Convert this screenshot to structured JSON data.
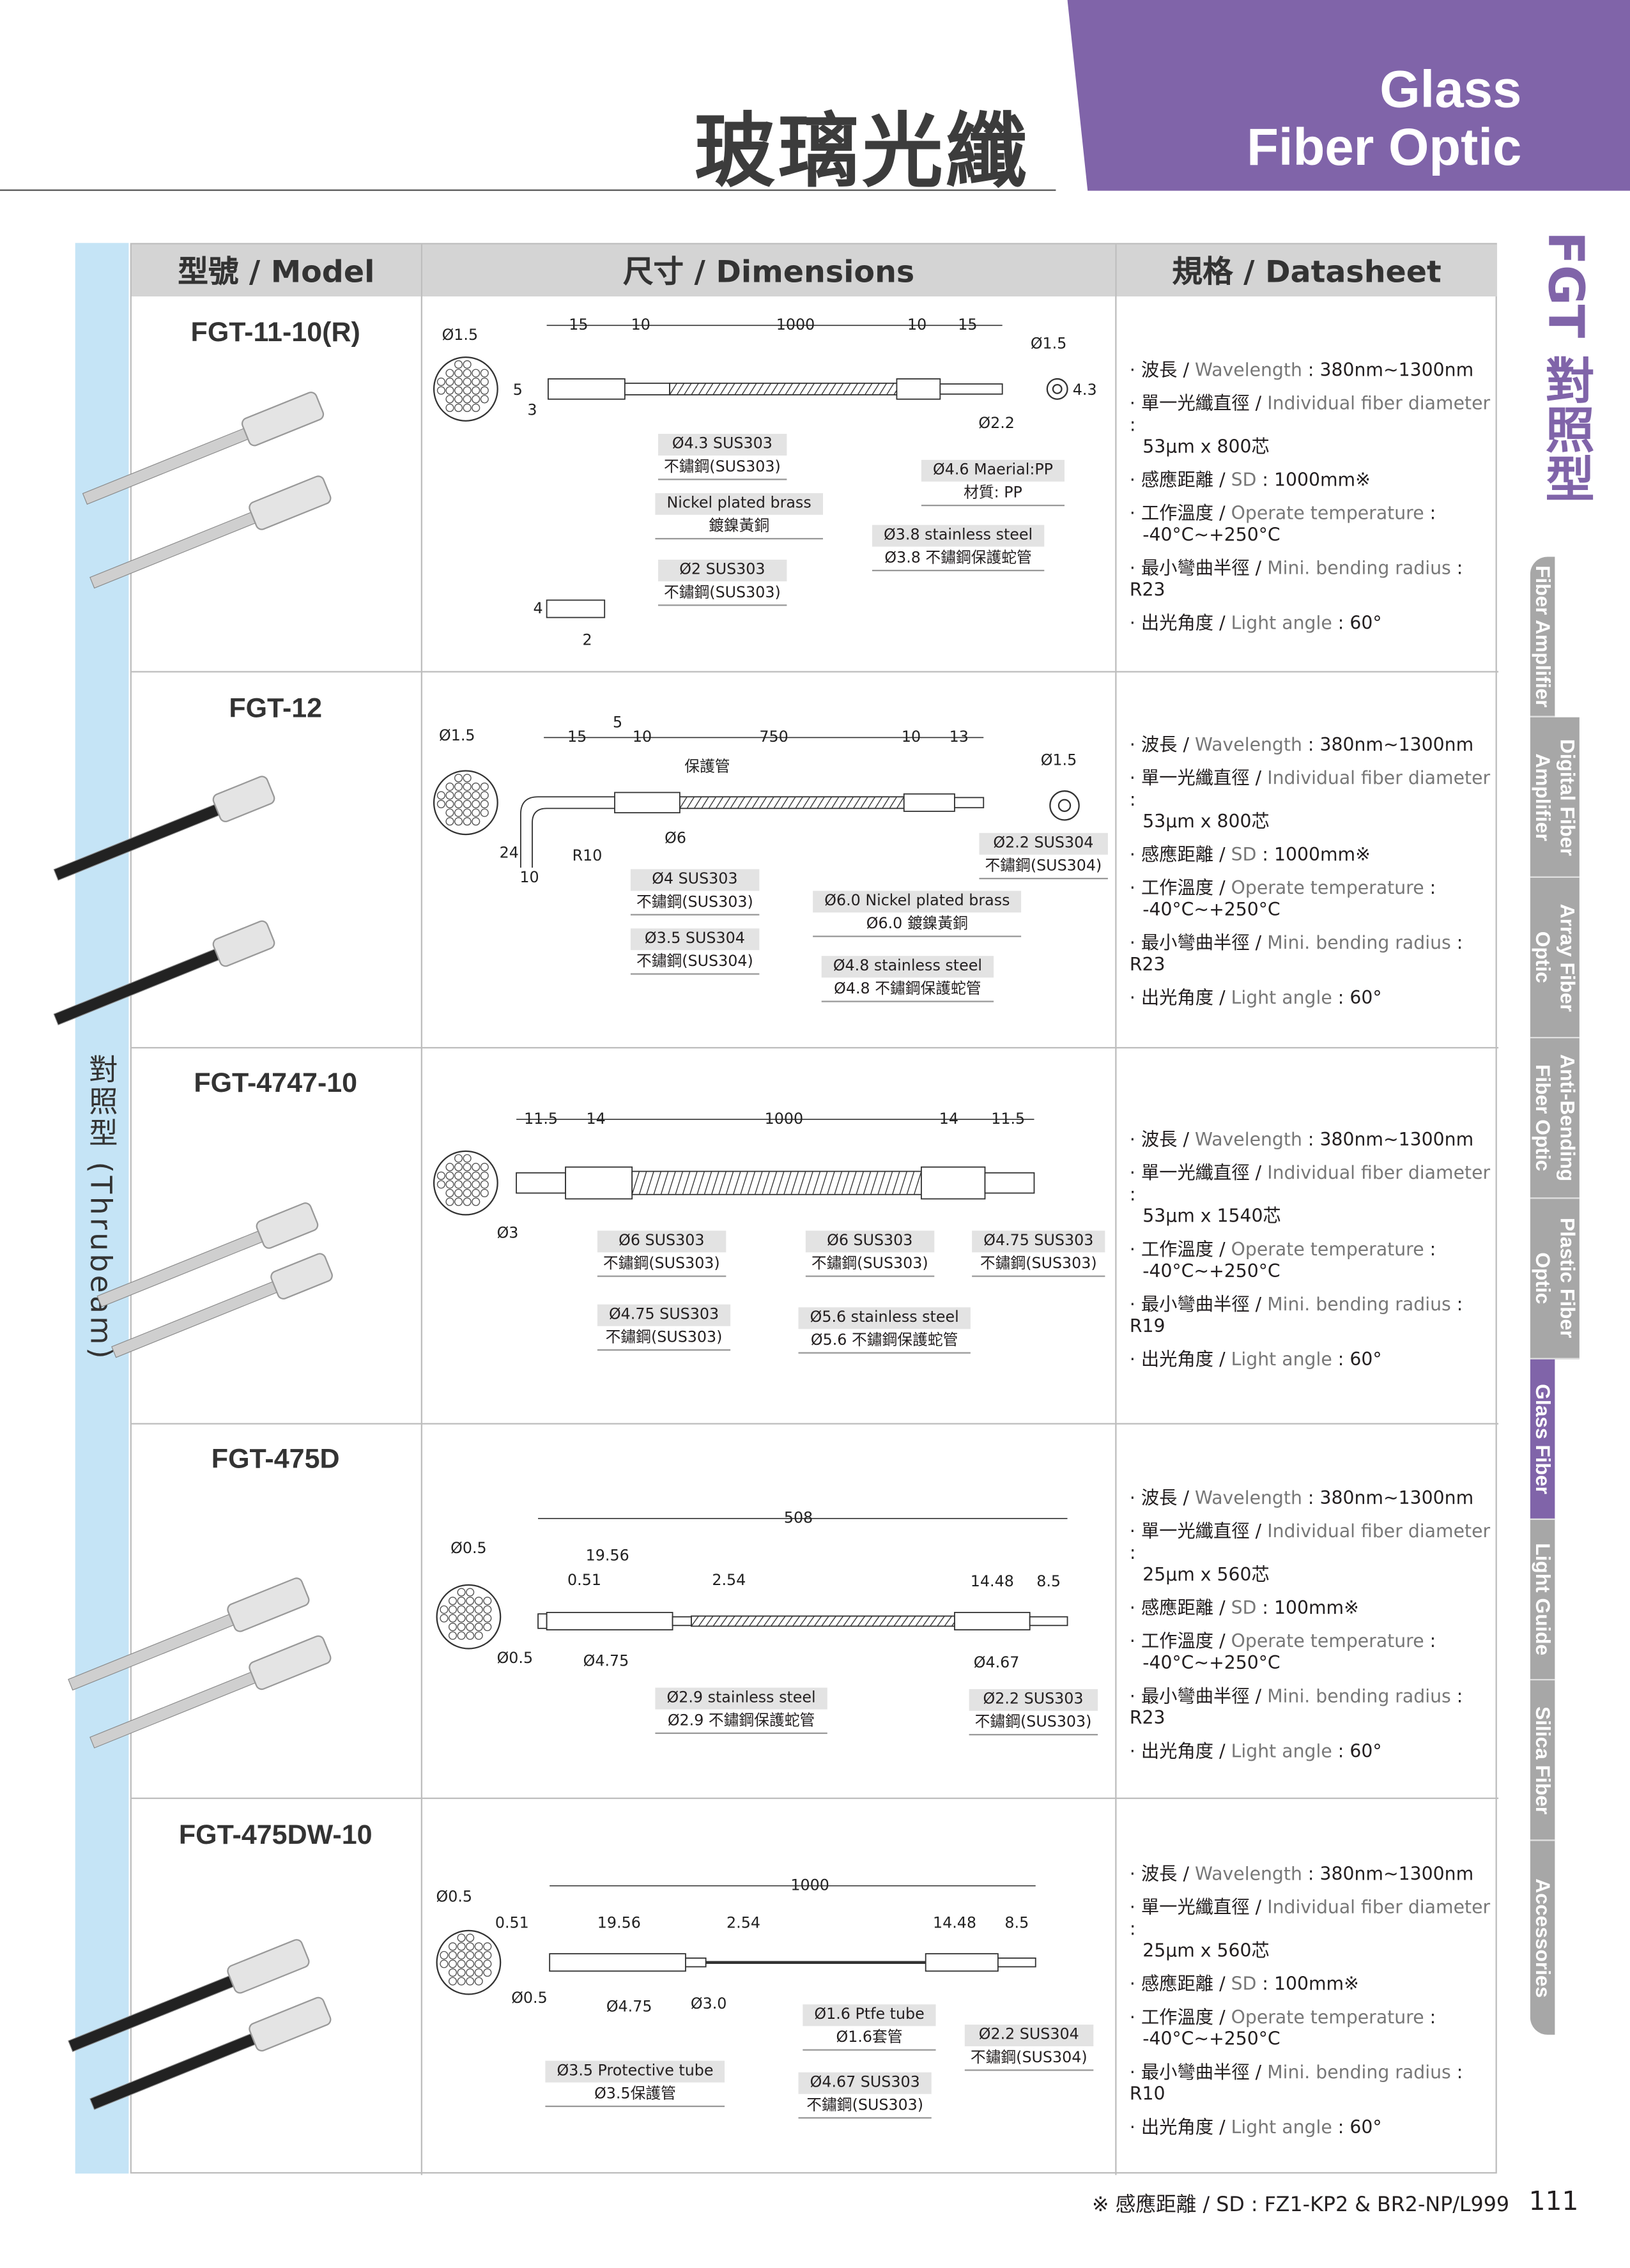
{
  "header": {
    "title_zh": "玻璃光纖",
    "title_en_1": "Glass",
    "title_en_2": "Fiber Optic"
  },
  "section_vertical": "FGT 對照型",
  "tabs": [
    {
      "label": "Fiber Amplifier"
    },
    {
      "label": "Digital Fiber Amplifier"
    },
    {
      "label": "Array Fiber Optic"
    },
    {
      "label": "Anti-Bending Fiber Optic"
    },
    {
      "label": "Plastic Fiber Optic"
    },
    {
      "label": "Glass Fiber",
      "active": true
    },
    {
      "label": "Light Guide"
    },
    {
      "label": "Silica Fiber"
    },
    {
      "label": "Accessories"
    }
  ],
  "side_label": "對照型 (Thrubeam)",
  "table_headers": {
    "model": "型號 / Model",
    "dimensions": "尺寸 / Dimensions",
    "datasheet": "規格 / Datasheet"
  },
  "rows": [
    {
      "model": "FGT-11-10(R)",
      "specs": [
        {
          "zh": "波長",
          "en": "Wavelength",
          "val": "380nm~1300nm"
        },
        {
          "zh": "單一光纖直徑",
          "en": "Individual fiber diameter",
          "val": "53µm x 800芯",
          "wrap": true
        },
        {
          "zh": "感應距離",
          "en": "SD",
          "val": "1000mm※"
        },
        {
          "zh": "工作溫度",
          "en": "Operate temperature",
          "val": "-40°C~+250°C",
          "wrap": true
        },
        {
          "zh": "最小彎曲半徑",
          "en": "Mini. bending radius",
          "val": "R23"
        },
        {
          "zh": "出光角度",
          "en": "Light angle",
          "val": "60°"
        }
      ],
      "diagram": {
        "dims": [
          "Ø1.5",
          "15",
          "10",
          "1000",
          "10",
          "15",
          "Ø1.5",
          "4.3",
          "5",
          "3",
          "Ø2.2",
          "4",
          "2"
        ],
        "callouts": [
          {
            "l1": "Ø4.3  SUS303",
            "l2": "不鏽鋼(SUS303)"
          },
          {
            "l1": "Ø4.6  Maerial:PP",
            "l2": "材質: PP"
          },
          {
            "l1": "Nickel plated brass",
            "l2": "鍍鎳黃銅"
          },
          {
            "l1": "Ø3.8 stainless steel",
            "l2": "Ø3.8 不鏽鋼保護蛇管"
          },
          {
            "l1": "Ø2  SUS303",
            "l2": "不鏽鋼(SUS303)"
          }
        ]
      }
    },
    {
      "model": "FGT-12",
      "specs": [
        {
          "zh": "波長",
          "en": "Wavelength",
          "val": "380nm~1300nm"
        },
        {
          "zh": "單一光纖直徑",
          "en": "Individual fiber diameter",
          "val": "53µm x 800芯",
          "wrap": true
        },
        {
          "zh": "感應距離",
          "en": "SD",
          "val": "1000mm※"
        },
        {
          "zh": "工作溫度",
          "en": "Operate temperature",
          "val": "-40°C~+250°C",
          "wrap": true
        },
        {
          "zh": "最小彎曲半徑",
          "en": "Mini. bending radius",
          "val": "R23"
        },
        {
          "zh": "出光角度",
          "en": "Light angle",
          "val": "60°"
        }
      ],
      "diagram": {
        "dims": [
          "Ø1.5",
          "15",
          "5",
          "10",
          "750",
          "10",
          "13",
          "Ø1.5",
          "保護管",
          "Ø6",
          "24",
          "R10",
          "10"
        ],
        "callouts": [
          {
            "l1": "Ø2.2  SUS304",
            "l2": "不鏽鋼(SUS304)"
          },
          {
            "l1": "Ø4  SUS303",
            "l2": "不鏽鋼(SUS303)"
          },
          {
            "l1": "Ø6.0 Nickel plated brass",
            "l2": "Ø6.0 鍍鎳黃銅"
          },
          {
            "l1": "Ø3.5  SUS304",
            "l2": "不鏽鋼(SUS304)"
          },
          {
            "l1": "Ø4.8 stainless steel",
            "l2": "Ø4.8 不鏽鋼保護蛇管"
          }
        ]
      }
    },
    {
      "model": "FGT-4747-10",
      "specs": [
        {
          "zh": "波長",
          "en": "Wavelength",
          "val": "380nm~1300nm"
        },
        {
          "zh": "單一光纖直徑",
          "en": "Individual fiber diameter",
          "val": "53µm x 1540芯",
          "wrap": true
        },
        {
          "zh": "工作溫度",
          "en": "Operate temperature",
          "val": "-40°C~+250°C",
          "wrap": true
        },
        {
          "zh": "最小彎曲半徑",
          "en": "Mini. bending radius",
          "val": "R19"
        },
        {
          "zh": "出光角度",
          "en": "Light angle",
          "val": "60°"
        }
      ],
      "diagram": {
        "dims": [
          "11.5",
          "14",
          "1000",
          "14",
          "11.5",
          "Ø3"
        ],
        "callouts": [
          {
            "l1": "Ø6  SUS303",
            "l2": "不鏽鋼(SUS303)"
          },
          {
            "l1": "Ø6  SUS303",
            "l2": "不鏽鋼(SUS303)"
          },
          {
            "l1": "Ø4.75  SUS303",
            "l2": "不鏽鋼(SUS303)"
          },
          {
            "l1": "Ø4.75  SUS303",
            "l2": "不鏽鋼(SUS303)"
          },
          {
            "l1": "Ø5.6 stainless steel",
            "l2": "Ø5.6 不鏽鋼保護蛇管"
          }
        ]
      }
    },
    {
      "model": "FGT-475D",
      "specs": [
        {
          "zh": "波長",
          "en": "Wavelength",
          "val": "380nm~1300nm"
        },
        {
          "zh": "單一光纖直徑",
          "en": "Individual fiber diameter",
          "val": "25µm x 560芯",
          "wrap": true
        },
        {
          "zh": "感應距離",
          "en": "SD",
          "val": "100mm※"
        },
        {
          "zh": "工作溫度",
          "en": "Operate temperature",
          "val": "-40°C~+250°C",
          "wrap": true
        },
        {
          "zh": "最小彎曲半徑",
          "en": "Mini. bending radius",
          "val": "R23"
        },
        {
          "zh": "出光角度",
          "en": "Light angle",
          "val": "60°"
        }
      ],
      "diagram": {
        "dims": [
          "508",
          "Ø0.5",
          "19.56",
          "0.51",
          "2.54",
          "14.48",
          "8.5",
          "Ø0.5",
          "Ø4.75",
          "Ø4.67"
        ],
        "callouts": [
          {
            "l1": "Ø2.9 stainless steel",
            "l2": "Ø2.9 不鏽鋼保護蛇管"
          },
          {
            "l1": "Ø2.2  SUS303",
            "l2": "不鏽鋼(SUS303)"
          }
        ]
      }
    },
    {
      "model": "FGT-475DW-10",
      "specs": [
        {
          "zh": "波長",
          "en": "Wavelength",
          "val": "380nm~1300nm"
        },
        {
          "zh": "單一光纖直徑",
          "en": "Individual fiber diameter",
          "val": "25µm x 560芯",
          "wrap": true
        },
        {
          "zh": "感應距離",
          "en": "SD",
          "val": "100mm※"
        },
        {
          "zh": "工作溫度",
          "en": "Operate temperature",
          "val": "-40°C~+250°C",
          "wrap": true
        },
        {
          "zh": "最小彎曲半徑",
          "en": "Mini. bending radius",
          "val": "R10"
        },
        {
          "zh": "出光角度",
          "en": "Light angle",
          "val": "60°"
        }
      ],
      "diagram": {
        "dims": [
          "Ø0.5",
          "1000",
          "0.51",
          "19.56",
          "2.54",
          "14.48",
          "8.5",
          "Ø0.5",
          "Ø4.75",
          "Ø3.0"
        ],
        "callouts": [
          {
            "l1": "Ø1.6 Ptfe tube",
            "l2": "Ø1.6套管"
          },
          {
            "l1": "Ø2.2  SUS304",
            "l2": "不鏽鋼(SUS304)"
          },
          {
            "l1": "Ø3.5 Protective tube",
            "l2": "Ø3.5保護管"
          },
          {
            "l1": "Ø4.67  SUS303",
            "l2": "不鏽鋼(SUS303)"
          }
        ]
      }
    }
  ],
  "footer": {
    "note": "※ 感應距離 / SD : FZ1-KP2 & BR2-NP/L999",
    "page": "111"
  },
  "colors": {
    "brand": "#8064a9",
    "side": "#c5e4f6",
    "tab": "#a7a7a7"
  }
}
